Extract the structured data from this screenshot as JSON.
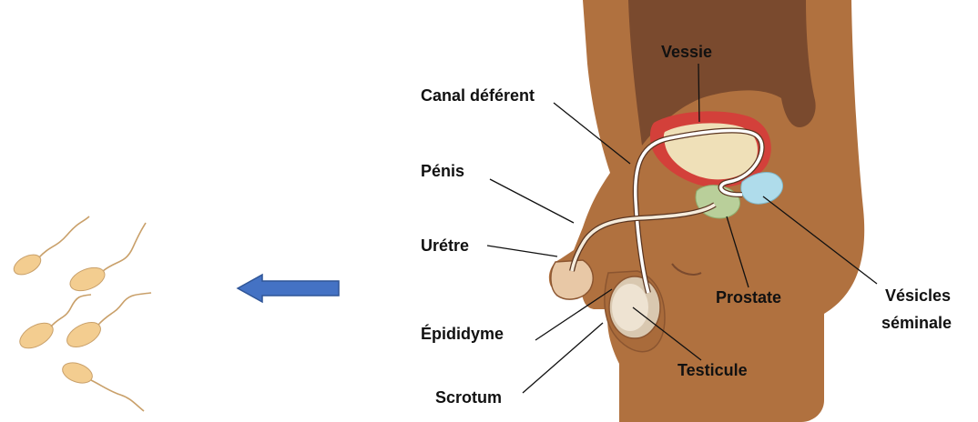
{
  "labels": {
    "vessie": "Vessie",
    "canal_deferent": "Canal déférent",
    "penis": "Pénis",
    "uretre": "Urétre",
    "epididyme": "Épididyme",
    "scrotum": "Scrotum",
    "prostate": "Prostate",
    "testicule": "Testicule",
    "vesicules_line1": "Vésicles",
    "vesicules_line2": "séminale"
  },
  "colors": {
    "skin": "#B0713F",
    "skin_light": "#E8C8A6",
    "bladder_interior": "#7A4A2E",
    "bladder_wall": "#D3403A",
    "bladder_fill": "#EFE0B8",
    "duct": "#FFFFFF",
    "prostate": "#B9CF9A",
    "vesicles": "#AFDCEB",
    "testis": "#E9DCC8",
    "sperm": "#F3CD90",
    "arrow": "#4472C4",
    "arrow_border": "#2F5597",
    "text": "#111111"
  },
  "icons": {
    "sperm": "sperm-cells-icon",
    "arrow": "arrow-left-icon"
  }
}
